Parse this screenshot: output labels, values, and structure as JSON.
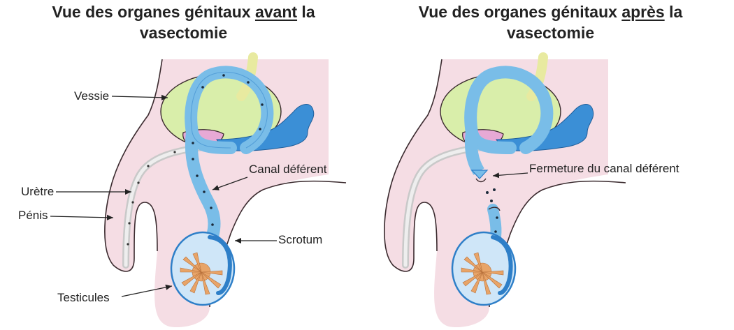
{
  "left_panel": {
    "title_line1_pre": "Vue des organes génitaux ",
    "title_line1_emph": "avant",
    "title_line1_post": " la",
    "title_line2": "vasectomie",
    "labels": {
      "vessie": "Vessie",
      "uretre": "Urètre",
      "penis": "Pénis",
      "canal": "Canal déférent",
      "scrotum": "Scrotum",
      "testicules": "Testicules"
    }
  },
  "right_panel": {
    "title_line1_pre": "Vue des organes génitaux ",
    "title_line1_emph": "après",
    "title_line1_post": " la",
    "title_line2": "vasectomie",
    "labels": {
      "fermeture": "Fermeture du canal déférent"
    }
  },
  "colors": {
    "skin": "#f5dde4",
    "skin_outline": "#3a2a2e",
    "bladder": "#d9eeaa",
    "vas": "#79bde8",
    "vas_dark": "#2e7fc8",
    "prostate": "#e7a9d5",
    "testis_core": "#e8a468",
    "urethra": "#c9c9c9"
  }
}
